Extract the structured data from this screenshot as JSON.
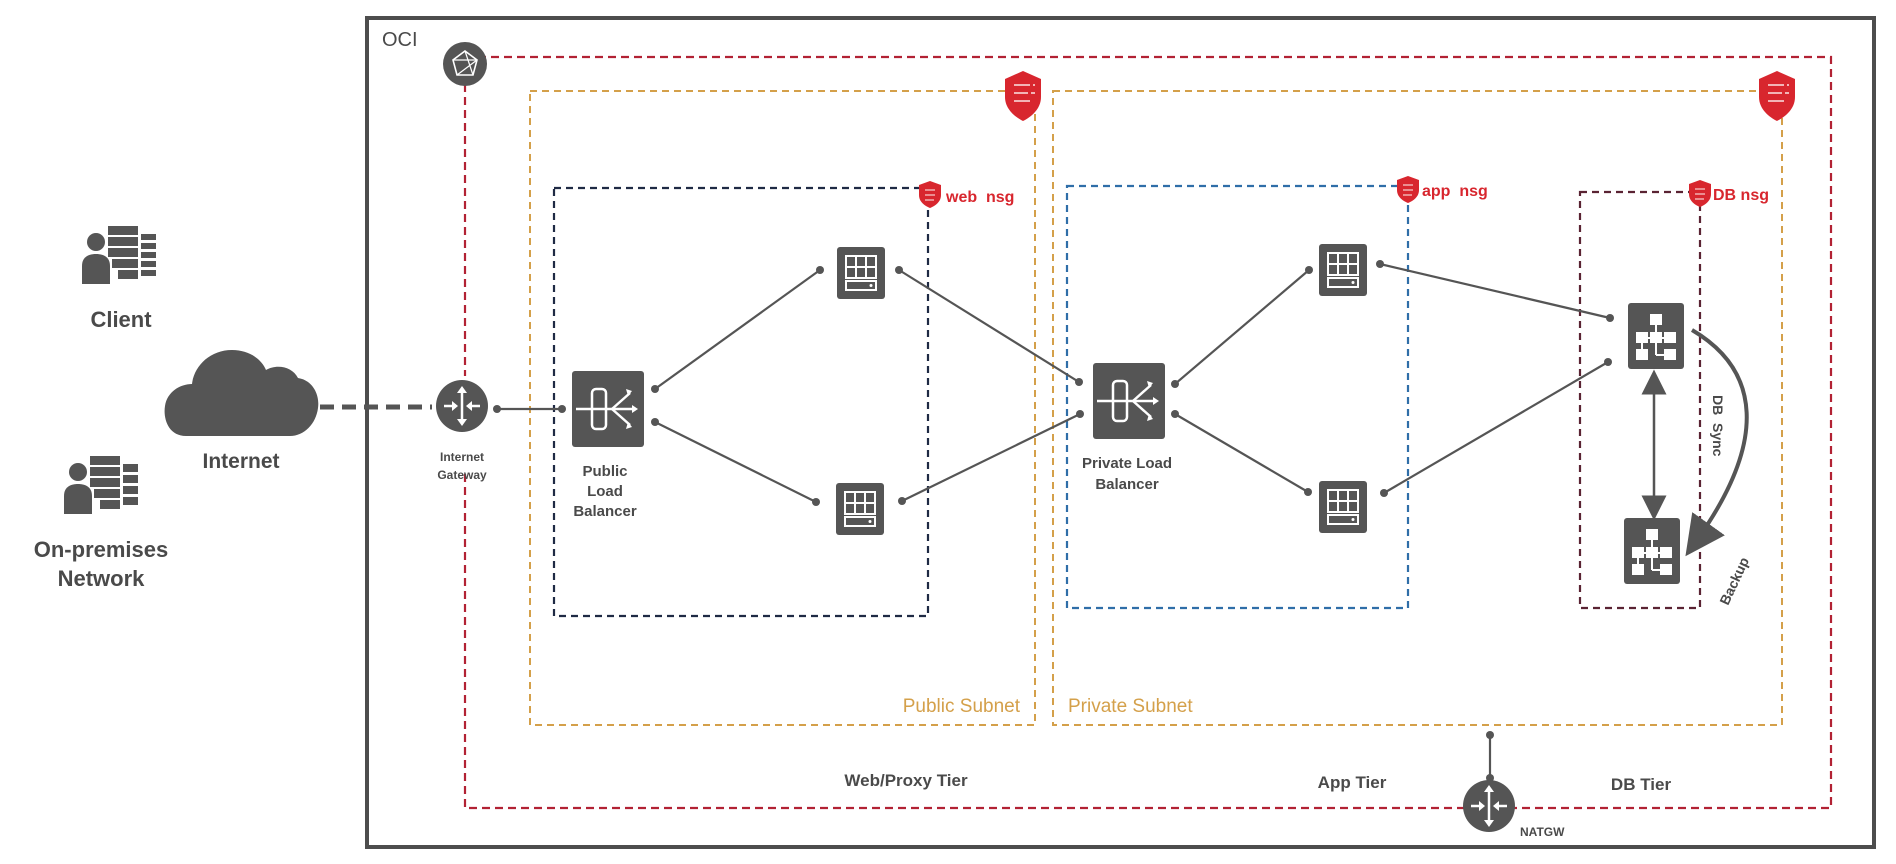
{
  "diagram": {
    "title": "OCI",
    "colors": {
      "icon": "#555555",
      "vcn_border": "#b22234",
      "subnet_border": "#d4a04a",
      "web_nsg_border": "#1f2a44",
      "app_nsg_border": "#2f6ea8",
      "db_nsg_border": "#5a2333",
      "security_red": "#d8262e",
      "outer_border": "#4d4d4d"
    },
    "external": {
      "client": "Client",
      "on_prem_line1": "On-premises",
      "on_prem_line2": "Network",
      "internet": "Internet"
    },
    "gateways": {
      "igw_line1": "Internet",
      "igw_line2": "Gateway",
      "natgw": "NATGW"
    },
    "subnets": {
      "public": "Public Subnet",
      "private": "Private Subnet"
    },
    "nsgs": {
      "web": "web  nsg",
      "app": "app  nsg",
      "db": "DB nsg"
    },
    "components": {
      "public_lb_line1": "Public",
      "public_lb_line2": "Load",
      "public_lb_line3": "Balancer",
      "private_lb_line1": "Private Load",
      "private_lb_line2": "Balancer"
    },
    "db_links": {
      "sync": "DB  Sync",
      "backup": "Backup"
    },
    "tiers": {
      "web": "Web/Proxy Tier",
      "app": "App Tier",
      "db": "DB Tier"
    }
  }
}
